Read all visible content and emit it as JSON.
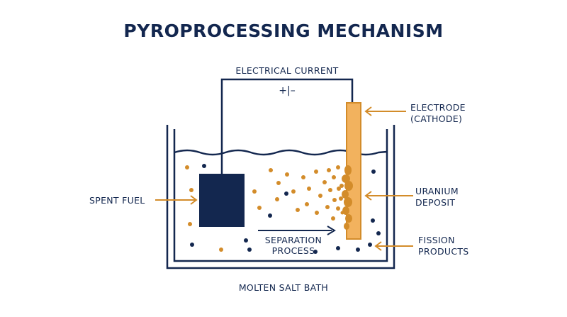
{
  "title": "PYROPROCESSING MECHANISM",
  "labels": {
    "electrical_current": "ELECTRICAL CURRENT",
    "battery_symbol": "+|–",
    "electrode_line1": "ELECTRODE",
    "electrode_line2": "(CATHODE)",
    "spent_fuel": "SPENT FUEL",
    "uranium_line1": "URANIUM",
    "uranium_line2": "DEPOSIT",
    "fission_line1": "FISSION",
    "fission_line2": "PRODUCTS",
    "separation_line1": "SEPARATION",
    "separation_line2": "PROCESS",
    "bath": "MOLTEN SALT BATH"
  },
  "colors": {
    "navy": "#13274f",
    "orange": "#d38c2a",
    "electrode": "#f2b25e",
    "background": "#ffffff"
  }
}
